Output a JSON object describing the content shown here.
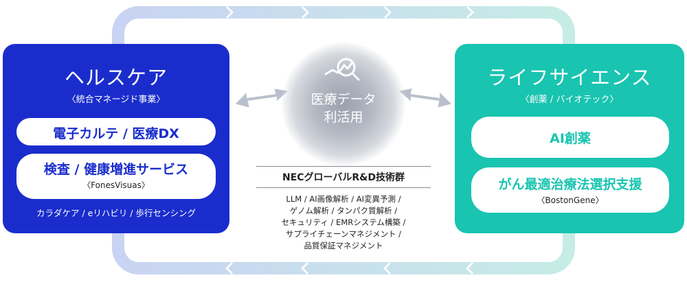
{
  "left_panel": {
    "title": "ヘルスケア",
    "subtitle": "〈統合マネージド事業〉",
    "pill1": "電子カルテ / 医療DX",
    "pill2_main": "検査 / 健康増進サービス",
    "pill2_sub": "〈FonesVisuas〉",
    "footer": "カラダケア / eリハビリ / 歩行センシング",
    "color": "#1a2dcc"
  },
  "right_panel": {
    "title": "ライフサイエンス",
    "subtitle": "〈創薬 / バイオテック〉",
    "pill1": "AI創薬",
    "pill2_main": "がん最適治療法選択支援",
    "pill2_sub": "〈BostonGene〉",
    "color": "#19c4b0"
  },
  "center": {
    "icon": "magnifier-chart-icon",
    "line1": "医療データ",
    "line2": "利活用"
  },
  "tech": {
    "title": "NECグローバルR&D技術群",
    "lines": [
      "LLM / AI画像解析 / AI変異予測 /",
      "ゲノム解析 / タンパク質解析 /",
      "セキュリティ / EMRシステム構築 /",
      "サプライチェーンマネジメント /",
      "品質保証マネジメント"
    ]
  }
}
